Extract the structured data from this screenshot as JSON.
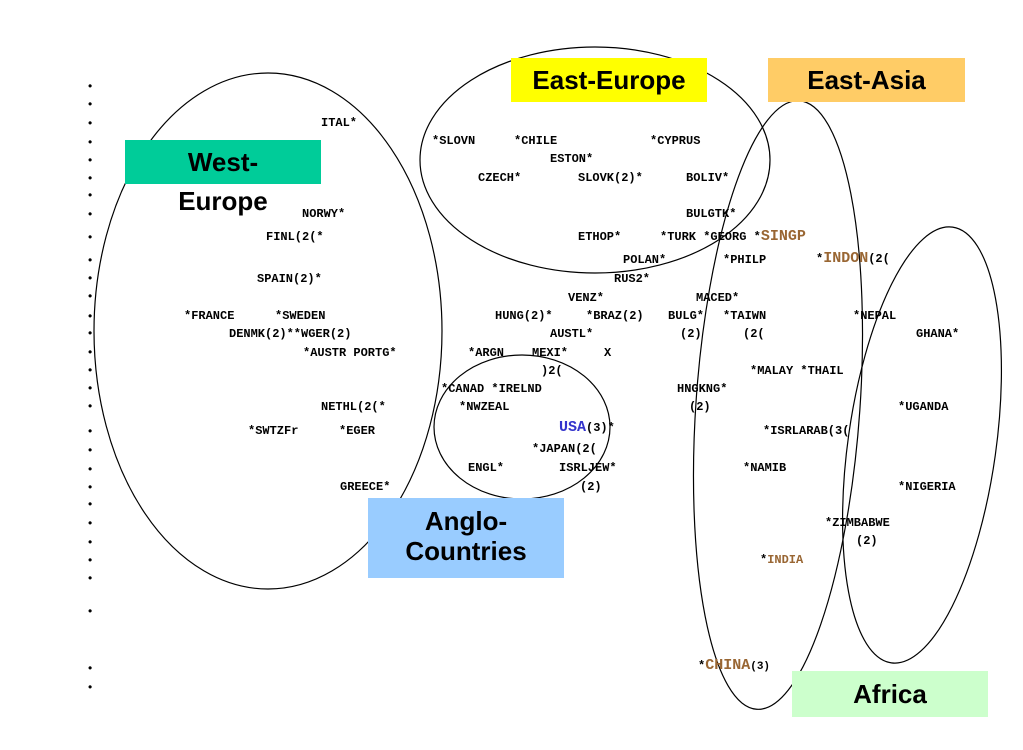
{
  "regions": {
    "west_europe": {
      "l1": "West-",
      "l2": "Europe",
      "bg": "#00cc99"
    },
    "east_europe": {
      "text": "East-Europe",
      "bg": "#ffff00"
    },
    "east_asia": {
      "text": "East-Asia",
      "bg": "#ffcc66"
    },
    "anglo": {
      "l1": "Anglo-",
      "l2": "Countries",
      "bg": "#99ccff"
    },
    "africa": {
      "text": "Africa",
      "bg": "#ccffcc"
    }
  },
  "highlight_colors": {
    "usa": "#3333cc",
    "asia": "#996633"
  },
  "countries": {
    "ital": "ITAL*",
    "norwy": "NORWY*",
    "finl": "FINL(2(*",
    "spain": "SPAIN(2)*",
    "france": "*FRANCE",
    "sweden": "*SWEDEN",
    "denmk": "DENMK(2)**WGER(2)",
    "austr": "*AUSTR PORTG*",
    "nethl": "NETHL(2(*",
    "swtz": "*SWTZFr",
    "eger": "*EGER",
    "greece": "GREECE*",
    "slovn": "*SLOVN",
    "chile": "*CHILE",
    "cyprus": "*CYPRUS",
    "eston": "ESTON*",
    "czech": "CZECH*",
    "slovk": "SLOVK(2)*",
    "boliv": "BOLIV*",
    "bulgtk": "BULGTK*",
    "ethop": "ETHOP*",
    "turk": "*TURK *GEORG *",
    "singp": "SINGP",
    "polan": "POLAN*",
    "philp": "*PHILP",
    "indon_pre": "*",
    "indon": "INDON",
    "indon_post": "(2(",
    "rus2": "RUS2*",
    "venz": "VENZ*",
    "maced": "MACED*",
    "hung": "HUNG(2)*",
    "braz": "*BRAZ(2)",
    "bulg": "BULG*",
    "taiwn": "*TAIWN",
    "nepal": "*NEPAL",
    "austl": "AUSTL*",
    "p2a": "(2)",
    "p2b": "(2(",
    "ghana": "GHANA*",
    "argn": "*ARGN",
    "mexi": "MEXI*",
    "x": "X",
    "p2c": ")2(",
    "malay": "*MALAY *THAIL",
    "canad": "*CANAD *IRELND",
    "hngkng": "HNGKNG*",
    "nwzeal": "*NWZEAL",
    "p2d": "(2)",
    "uganda": "*UGANDA",
    "usa": "USA",
    "usa_post": "(3)*",
    "isrlarab": "*ISRLARAB(3(",
    "japan": "*JAPAN(2(",
    "engl": "ENGL*",
    "isrljew": "ISRLJEW*",
    "namib": "*NAMIB",
    "p2e": "(2)",
    "nigeria": "*NIGERIA",
    "zimbabwe": "*ZIMBABWE",
    "p2f": "(2)",
    "india_pre": "*",
    "india": "INDIA",
    "china_pre": "*",
    "china": "CHINA",
    "china_post": "(3)"
  },
  "bullet_char": "•"
}
